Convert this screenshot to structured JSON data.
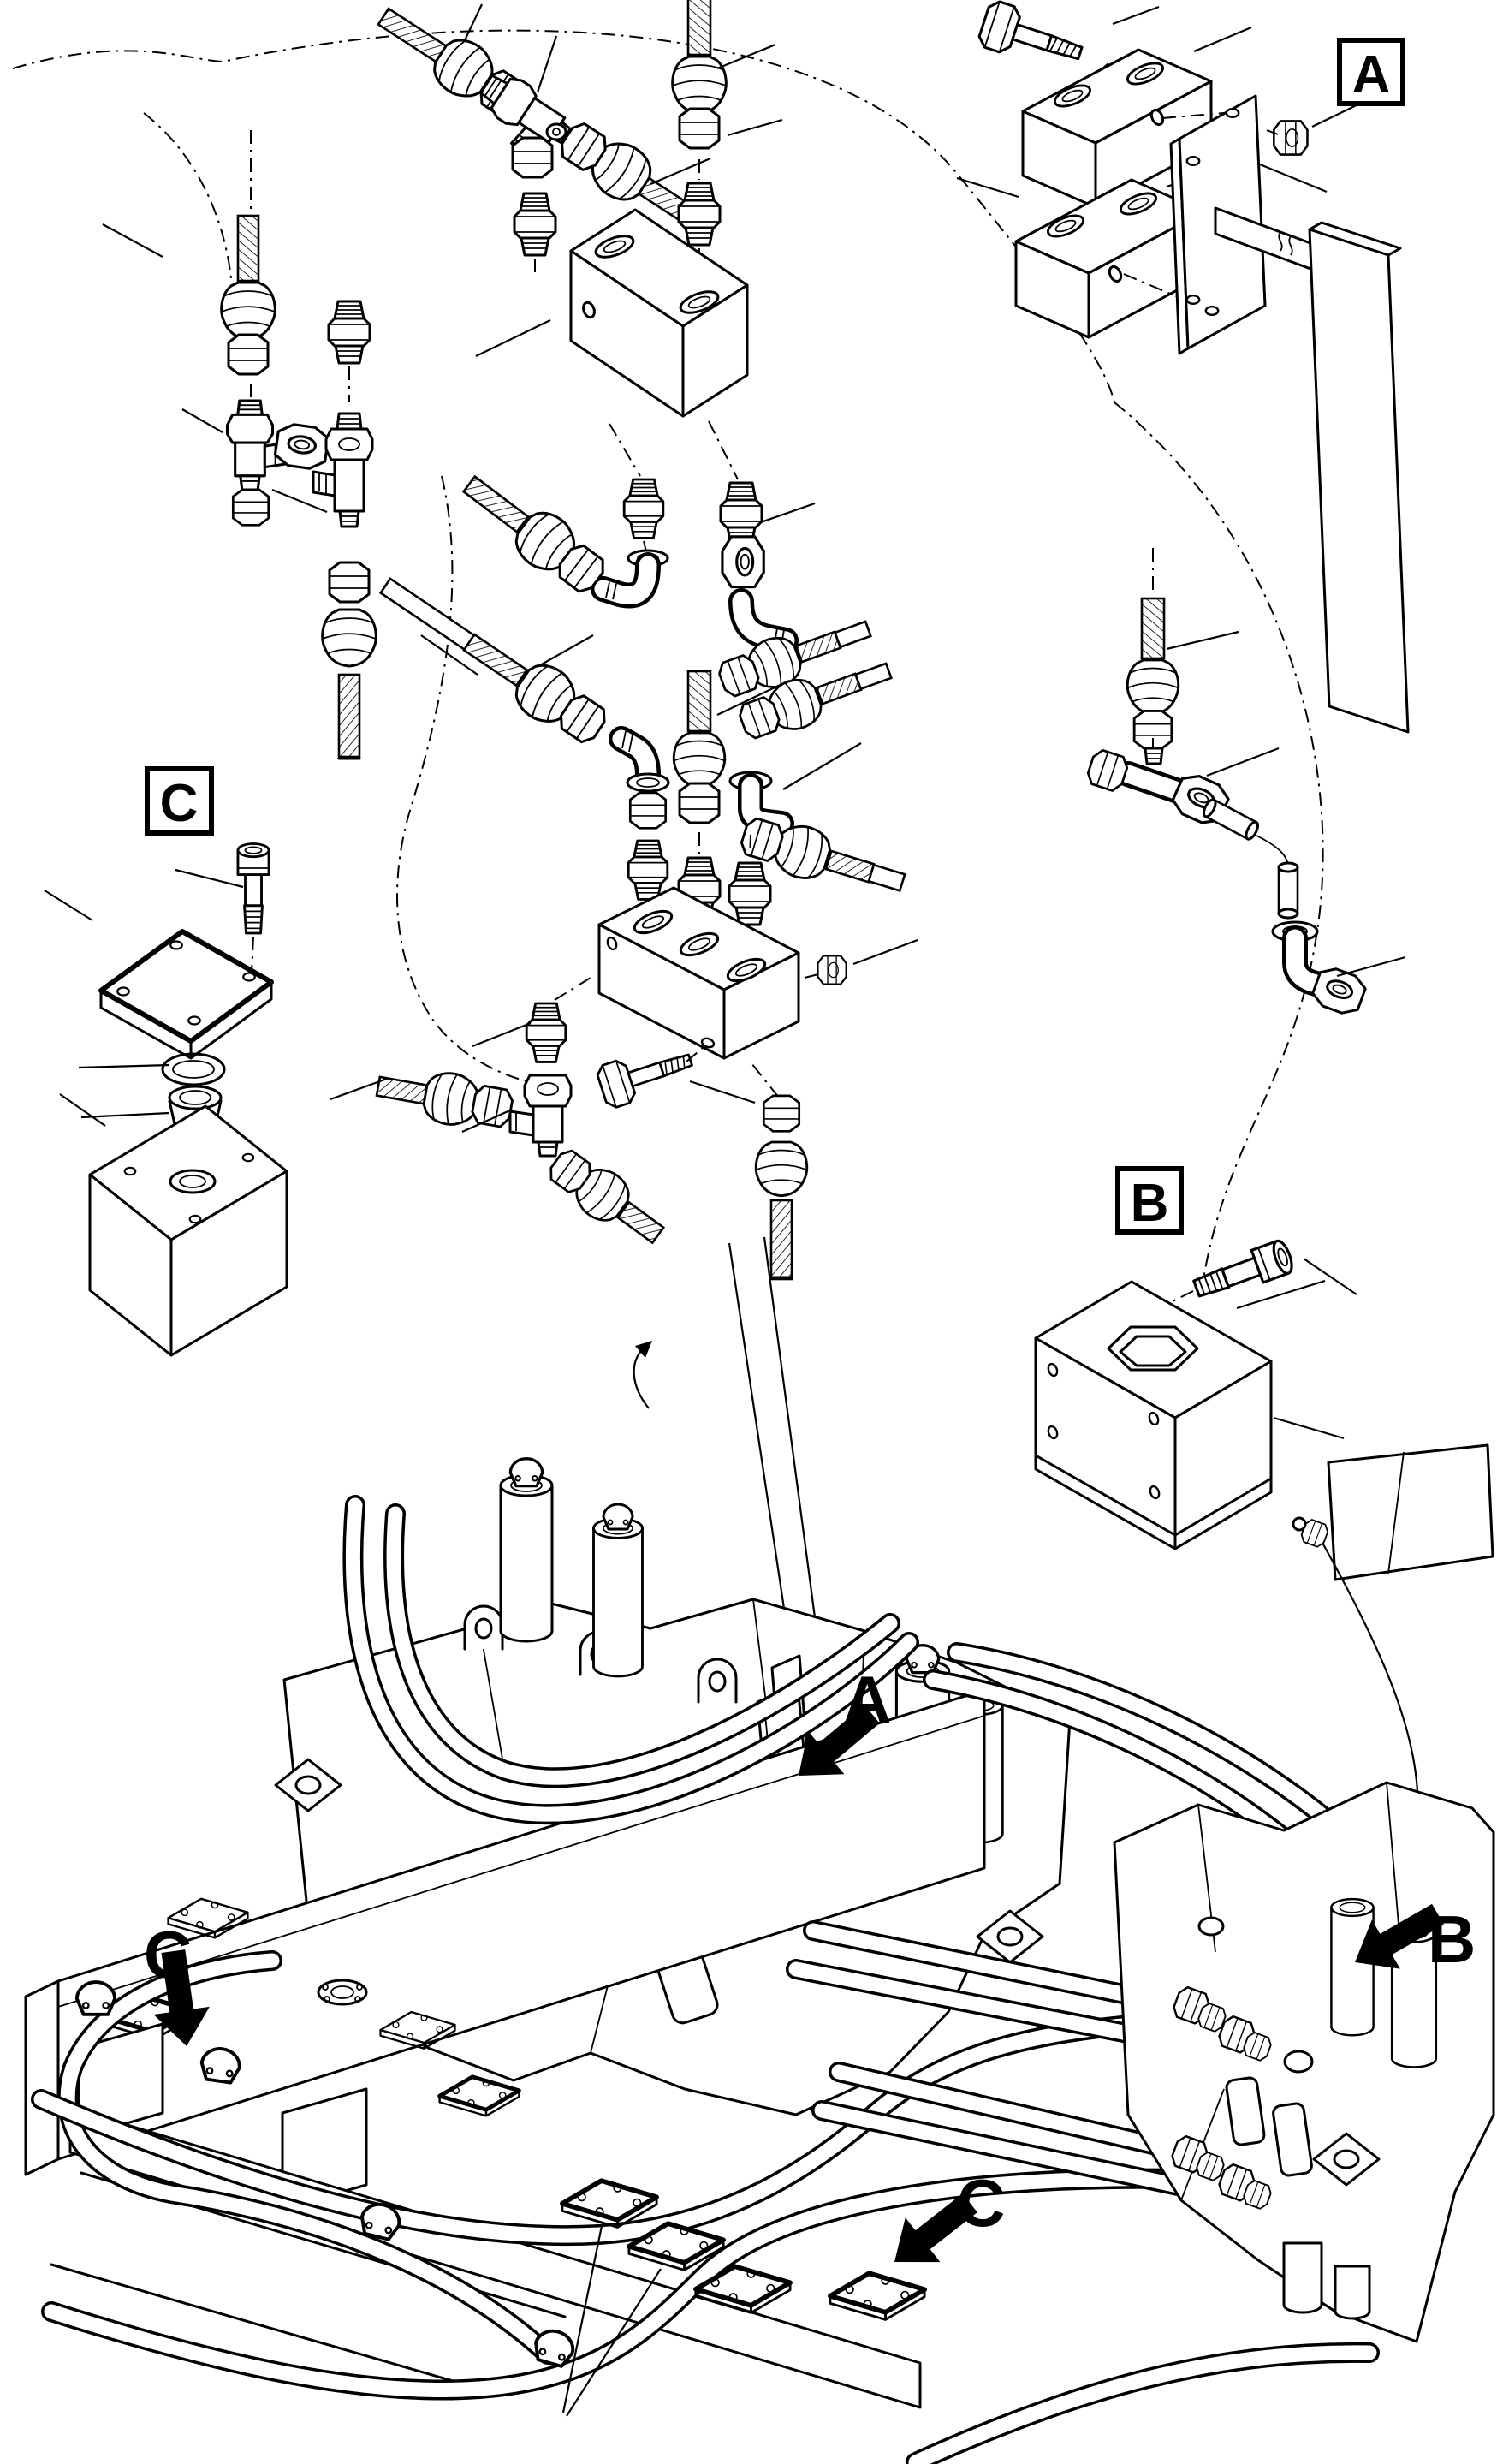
{
  "figure": {
    "background": "#ffffff",
    "ink": "#000000",
    "section_markers": {
      "a": "A",
      "b": "B",
      "c": "C"
    },
    "callouts": {
      "a": "A",
      "b": "B",
      "c1": "C",
      "c2": "C"
    }
  }
}
